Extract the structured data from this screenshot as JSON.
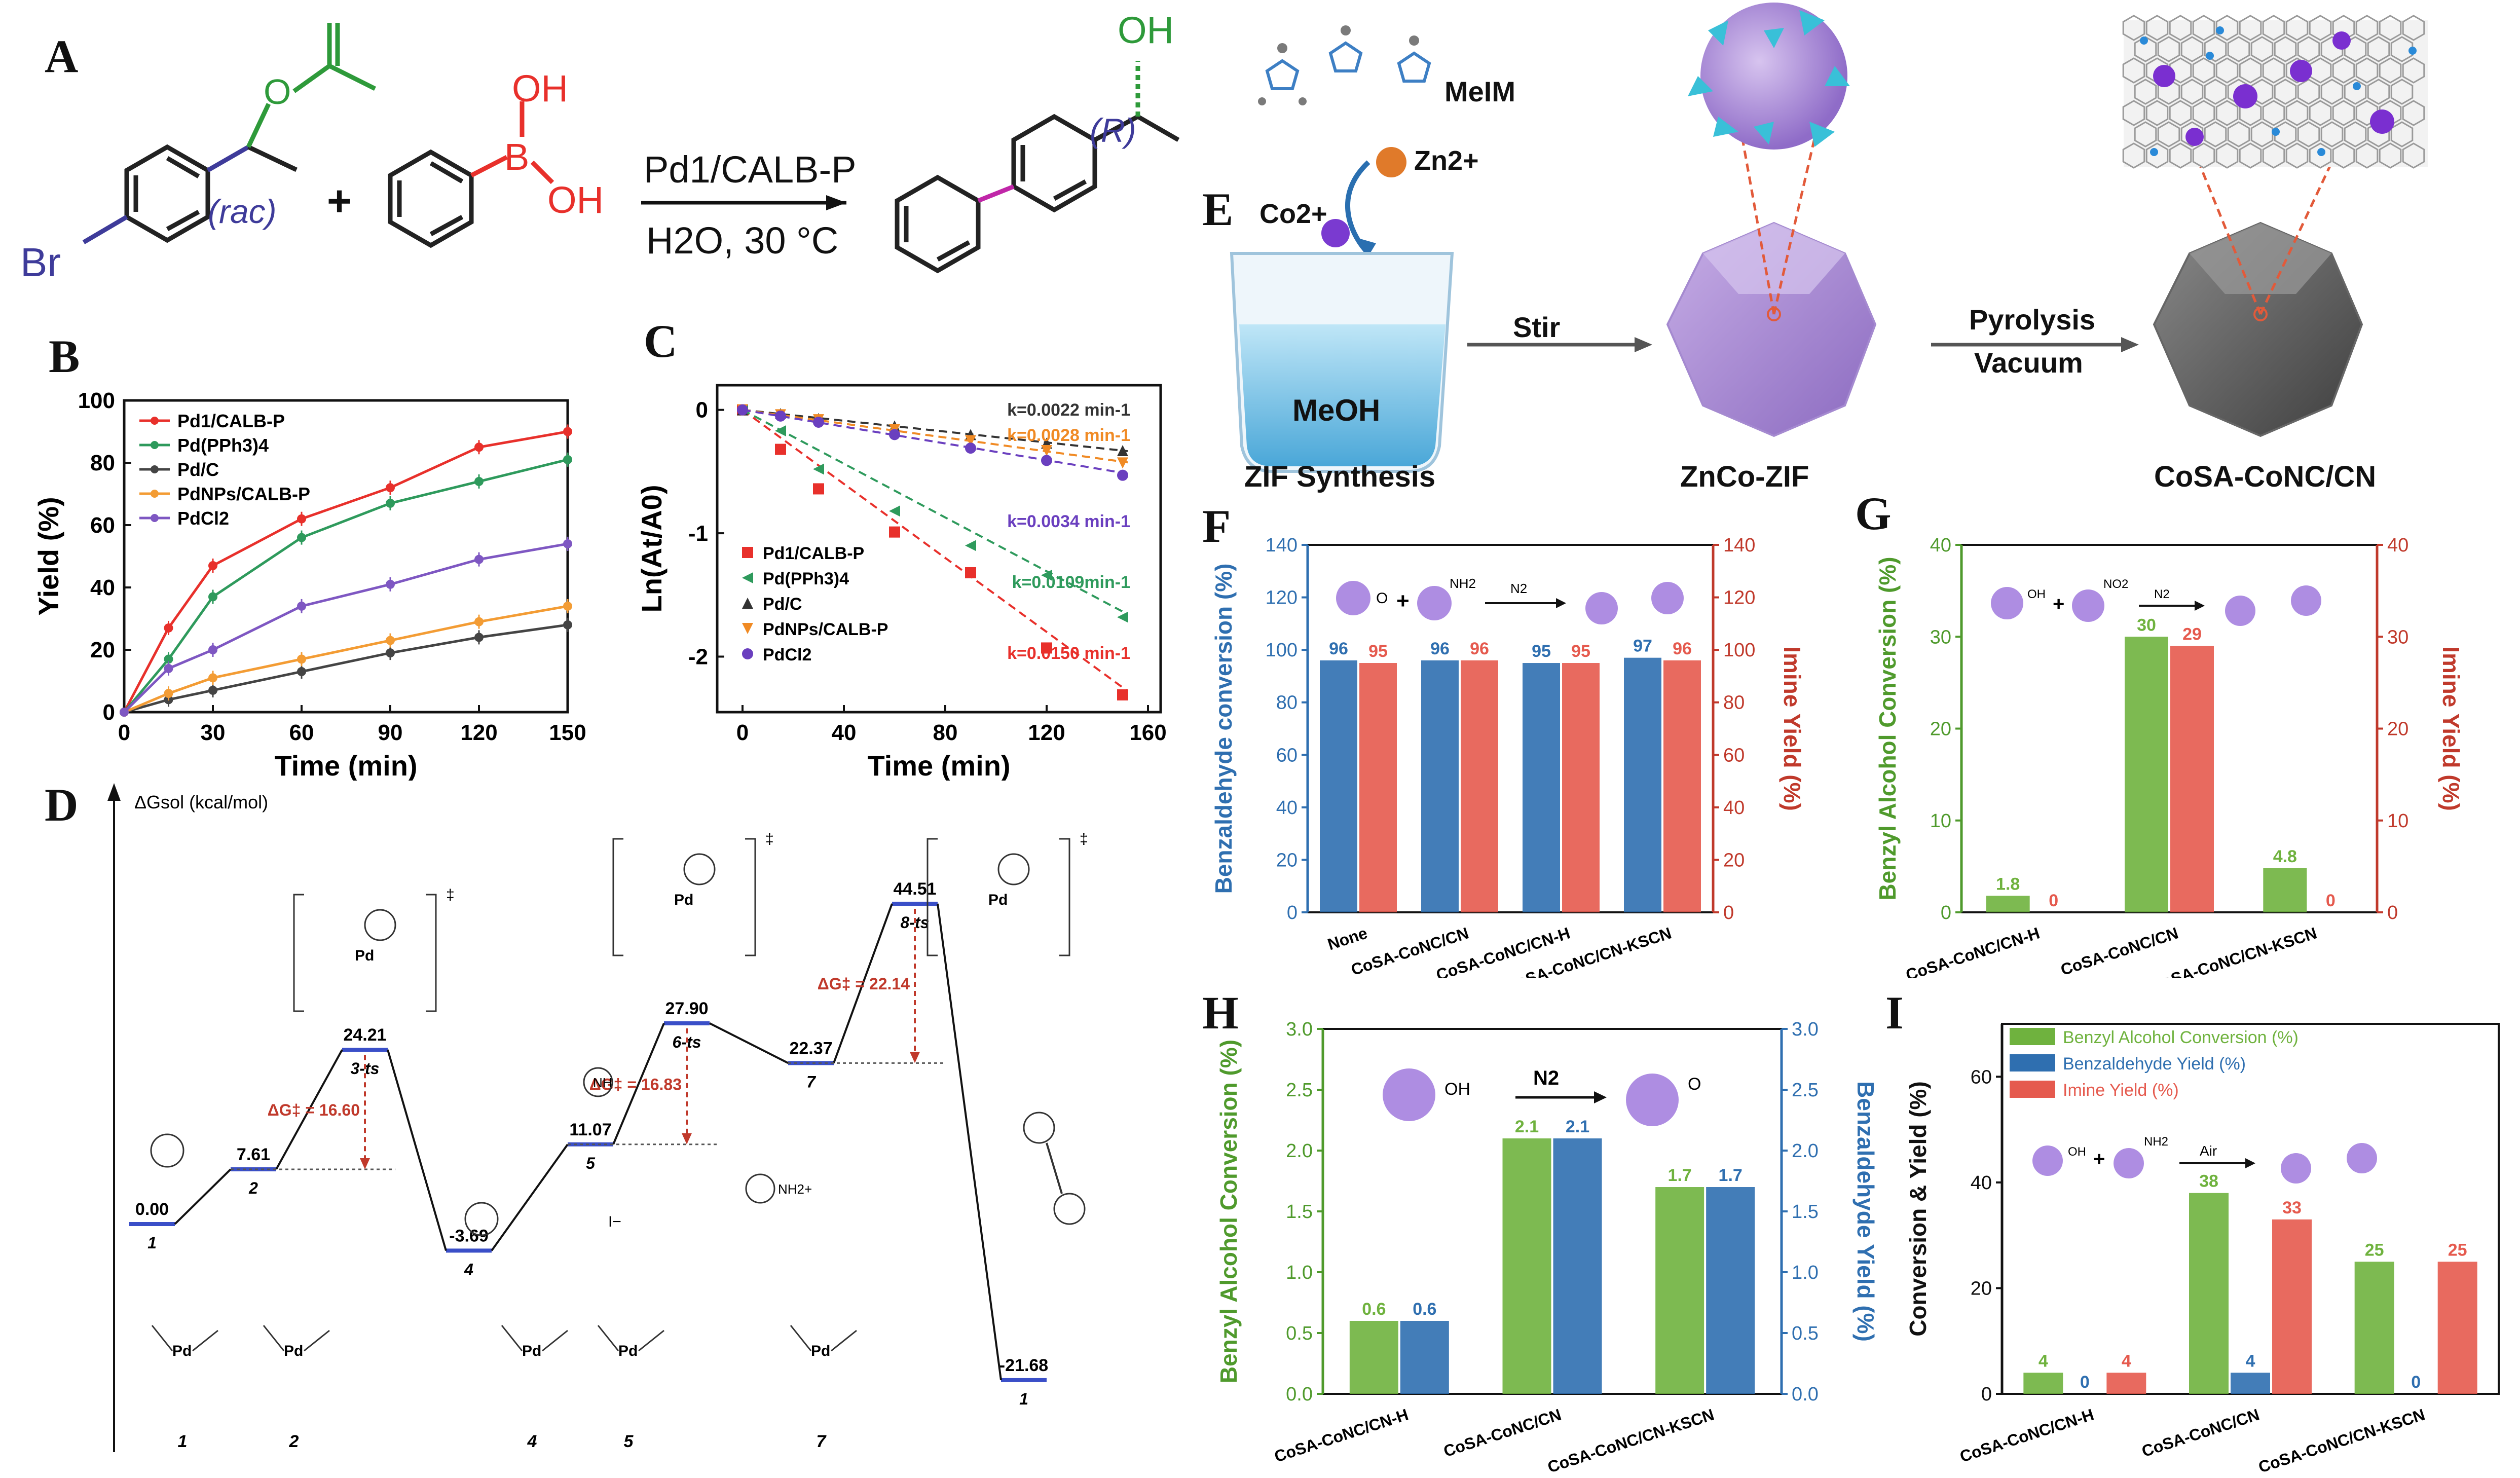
{
  "labels": {
    "A": "A",
    "B": "B",
    "C": "C",
    "D": "D",
    "E": "E",
    "F": "F",
    "G": "G",
    "H": "H",
    "I": "I"
  },
  "schemeA": {
    "rac": "(rac)",
    "r_label": "(R)",
    "plus": "+",
    "catalyst": "Pd1/CALB-P",
    "conditions": "H2O, 30 °C",
    "br": "Br",
    "oh": "OH",
    "b": "B",
    "o": "O"
  },
  "schemeE": {
    "melm": "MeIM",
    "zn": "Zn2+",
    "co": "Co2+",
    "meoh": "MeOH",
    "stir": "Stir",
    "pyrolysis": "Pyrolysis",
    "vacuum": "Vacuum",
    "zif_synthesis": "ZIF Synthesis",
    "znco_zif": "ZnCo-ZIF",
    "product": "CoSA-CoNC/CN"
  },
  "diagramD": {
    "ylabel": "ΔGsol (kcal/mol)",
    "levels": [
      {
        "value": "0.00",
        "label": "1"
      },
      {
        "value": "7.61",
        "label": "2"
      },
      {
        "value": "24.21",
        "label": "3-ts"
      },
      {
        "value": "-3.69",
        "label": "4"
      },
      {
        "value": "11.07",
        "label": "5"
      },
      {
        "value": "27.90",
        "label": "6-ts"
      },
      {
        "value": "22.37",
        "label": "7"
      },
      {
        "value": "44.51",
        "label": "8-ts"
      },
      {
        "value": "-21.68",
        "label": "1"
      }
    ],
    "barriers": [
      "ΔG‡ = 16.60",
      "ΔG‡ = 16.83",
      "ΔG‡ = 22.14"
    ],
    "structure_labels": [
      "1",
      "2",
      "4",
      "5",
      "7"
    ],
    "ts_mark": "‡",
    "pd": "Pd",
    "nh": "NH",
    "nh2": "NH2+",
    "iodide": "I−"
  },
  "chart_data": [
    {
      "panel": "B",
      "type": "line",
      "xlabel": "Time (min)",
      "ylabel": "Yield (%)",
      "xlim": [
        0,
        150
      ],
      "ylim": [
        0,
        100
      ],
      "xticks": [
        "0",
        "30",
        "60",
        "90",
        "120",
        "150"
      ],
      "yticks": [
        "0",
        "20",
        "40",
        "60",
        "80",
        "100"
      ],
      "x": [
        0,
        15,
        30,
        60,
        90,
        120,
        150
      ],
      "series": [
        {
          "name": "Pd1/CALB-P",
          "color": "#e8302b",
          "marker": "circle",
          "values": [
            0,
            27,
            47,
            62,
            72,
            85,
            90
          ]
        },
        {
          "name": "Pd(PPh3)4",
          "color": "#2e9a5c",
          "marker": "circle",
          "values": [
            0,
            17,
            37,
            56,
            67,
            74,
            81
          ]
        },
        {
          "name": "Pd/C",
          "color": "#444444",
          "marker": "circle",
          "values": [
            0,
            4,
            7,
            13,
            19,
            24,
            28
          ]
        },
        {
          "name": "PdNPs/CALB-P",
          "color": "#f39c34",
          "marker": "circle",
          "values": [
            0,
            6,
            11,
            17,
            23,
            29,
            34
          ]
        },
        {
          "name": "PdCl2",
          "color": "#7e57c2",
          "marker": "circle",
          "values": [
            0,
            14,
            20,
            34,
            41,
            49,
            54
          ]
        }
      ]
    },
    {
      "panel": "C",
      "type": "scatter",
      "xlabel": "Time (min)",
      "ylabel": "Ln(At/A0)",
      "xlim": [
        -10,
        165
      ],
      "ylim": [
        -2.45,
        0.2
      ],
      "xticks": [
        "0",
        "40",
        "80",
        "120",
        "160"
      ],
      "yticks": [
        "0",
        "-1",
        "-2"
      ],
      "x": [
        0,
        15,
        30,
        60,
        90,
        120,
        150
      ],
      "series": [
        {
          "name": "Pd1/CALB-P",
          "color": "#e8302b",
          "marker": "square",
          "values": [
            0,
            -0.32,
            -0.64,
            -0.99,
            -1.32,
            -1.93,
            -2.31
          ],
          "k": "k=0.0150 min-1",
          "slope": -0.015
        },
        {
          "name": "Pd(PPh3)4",
          "color": "#2e9a5c",
          "marker": "triangle-left",
          "values": [
            0,
            -0.17,
            -0.48,
            -0.82,
            -1.1,
            -1.34,
            -1.68
          ],
          "k": "k=0.0109min-1",
          "slope": -0.0109
        },
        {
          "name": "Pd/C",
          "color": "#333333",
          "marker": "triangle-up",
          "values": [
            0,
            -0.03,
            -0.07,
            -0.13,
            -0.2,
            -0.27,
            -0.33
          ],
          "k": "k=0.0022 min-1",
          "slope": -0.0022
        },
        {
          "name": "PdNPs/CALB-P",
          "color": "#f08a24",
          "marker": "triangle-down",
          "values": [
            0,
            -0.04,
            -0.08,
            -0.16,
            -0.25,
            -0.33,
            -0.43
          ],
          "k": "k=0.0028 min-1",
          "slope": -0.0028
        },
        {
          "name": "PdCl2",
          "color": "#6a3fbf",
          "marker": "circle",
          "values": [
            0,
            -0.05,
            -0.1,
            -0.2,
            -0.31,
            -0.41,
            -0.53
          ],
          "k": "k=0.0034 min-1",
          "slope": -0.0034
        }
      ]
    },
    {
      "panel": "F",
      "type": "bar",
      "ylabel": "Benzaldehyde conversion (%)",
      "y2label": "Imine Yield (%)",
      "ylim": [
        0,
        140
      ],
      "yticks": [
        "0",
        "20",
        "40",
        "60",
        "80",
        "100",
        "120",
        "140"
      ],
      "categories": [
        "None",
        "CoSA-CoNC/CN",
        "CoSA-CoNC/CN-H",
        "CoSA-CoNC/CN-KSCN"
      ],
      "series": [
        {
          "name": "Benzaldehyde conversion",
          "color": "#2f6fb0",
          "values": [
            96,
            96,
            95,
            97
          ],
          "labels": [
            "96",
            "96",
            "95",
            "97"
          ]
        },
        {
          "name": "Imine Yield",
          "color": "#e55a4e",
          "values": [
            95,
            96,
            95,
            96
          ],
          "labels": [
            "95",
            "96",
            "95",
            "96"
          ]
        }
      ],
      "reaction": {
        "reagent": "NH2",
        "condition": "N2"
      }
    },
    {
      "panel": "G",
      "type": "bar",
      "ylabel": "Benzyl Alcohol Conversion (%)",
      "y2label": "Imine Yield (%)",
      "ylim": [
        0,
        40
      ],
      "yticks": [
        "0",
        "10",
        "20",
        "30",
        "40"
      ],
      "categories": [
        "CoSA-CoNC/CN-H",
        "CoSA-CoNC/CN",
        "CoSA-CoNC/CN-KSCN"
      ],
      "series": [
        {
          "name": "Benzyl Alcohol Conversion",
          "color": "#6fb23e",
          "values": [
            1.8,
            30,
            4.8
          ],
          "labels": [
            "1.8",
            "30",
            "4.8"
          ]
        },
        {
          "name": "Imine Yield",
          "color": "#e55a4e",
          "values": [
            0,
            29,
            0
          ],
          "labels": [
            "0",
            "29",
            "0"
          ]
        }
      ],
      "reaction": {
        "oh": "OH",
        "reagent": "NO2",
        "condition": "N2"
      }
    },
    {
      "panel": "H",
      "type": "bar",
      "ylabel": "Benzyl Alcohol Conversion (%)",
      "y2label": "Benzaldehyde Yield (%)",
      "ylim": [
        0,
        3.0
      ],
      "yticks": [
        "0.0",
        "0.5",
        "1.0",
        "1.5",
        "2.0",
        "2.5",
        "3.0"
      ],
      "categories": [
        "CoSA-CoNC/CN-H",
        "CoSA-CoNC/CN",
        "CoSA-CoNC/CN-KSCN"
      ],
      "series": [
        {
          "name": "Benzyl Alcohol Conversion",
          "color": "#6fb23e",
          "values": [
            0.6,
            2.1,
            1.7
          ],
          "labels": [
            "0.6",
            "2.1",
            "1.7"
          ]
        },
        {
          "name": "Benzaldehyde Yield",
          "color": "#2f6fb0",
          "values": [
            0.6,
            2.1,
            1.7
          ],
          "labels": [
            "0.6",
            "2.1",
            "1.7"
          ]
        }
      ],
      "reaction": {
        "oh": "OH",
        "condition": "N2"
      }
    },
    {
      "panel": "I",
      "type": "bar",
      "ylabel": "Conversion & Yield (%)",
      "ylim": [
        0,
        70
      ],
      "yticks": [
        "0",
        "20",
        "40",
        "60"
      ],
      "categories": [
        "CoSA-CoNC/CN-H",
        "CoSA-CoNC/CN",
        "CoSA-CoNC/CN-KSCN"
      ],
      "series": [
        {
          "name": "Benzyl Alcohol Conversion (%)",
          "color": "#6fb23e",
          "values": [
            4,
            38,
            25
          ],
          "labels": [
            "4",
            "38",
            "25"
          ]
        },
        {
          "name": "Benzaldehyde Yield (%)",
          "color": "#2f6fb0",
          "values": [
            0,
            4,
            0
          ],
          "labels": [
            "0",
            "4",
            "0"
          ]
        },
        {
          "name": "Imine Yield (%)",
          "color": "#e55a4e",
          "values": [
            4,
            33,
            25
          ],
          "labels": [
            "4",
            "33",
            "25"
          ]
        }
      ],
      "reaction": {
        "oh": "OH",
        "reagent": "NH2",
        "condition": "Air"
      }
    }
  ]
}
